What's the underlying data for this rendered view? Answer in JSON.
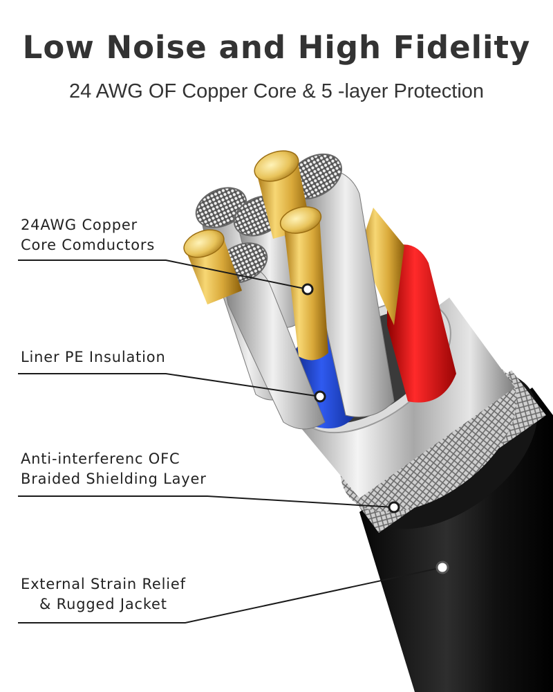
{
  "header": {
    "title": "Low Noise and High Fidelity",
    "subtitle": "24 AWG OF Copper Core & 5 -layer Protection"
  },
  "callouts": [
    {
      "line1": "24AWG Copper",
      "line2": "Core Comductors"
    },
    {
      "line1": "Liner PE Insulation",
      "line2": ""
    },
    {
      "line1": "Anti-interferenc OFC",
      "line2": "Braided Shielding Layer"
    },
    {
      "line1": "External Strain Relief",
      "line2": "& Rugged Jacket"
    }
  ],
  "colors": {
    "text": "#333333",
    "jacket": "#1a1a1a",
    "shield": "#c9c9c9",
    "copper": "#d9a93a",
    "insulation_red": "#d81818",
    "insulation_blue": "#1e3fc4",
    "strands": "#bfbfbf"
  }
}
